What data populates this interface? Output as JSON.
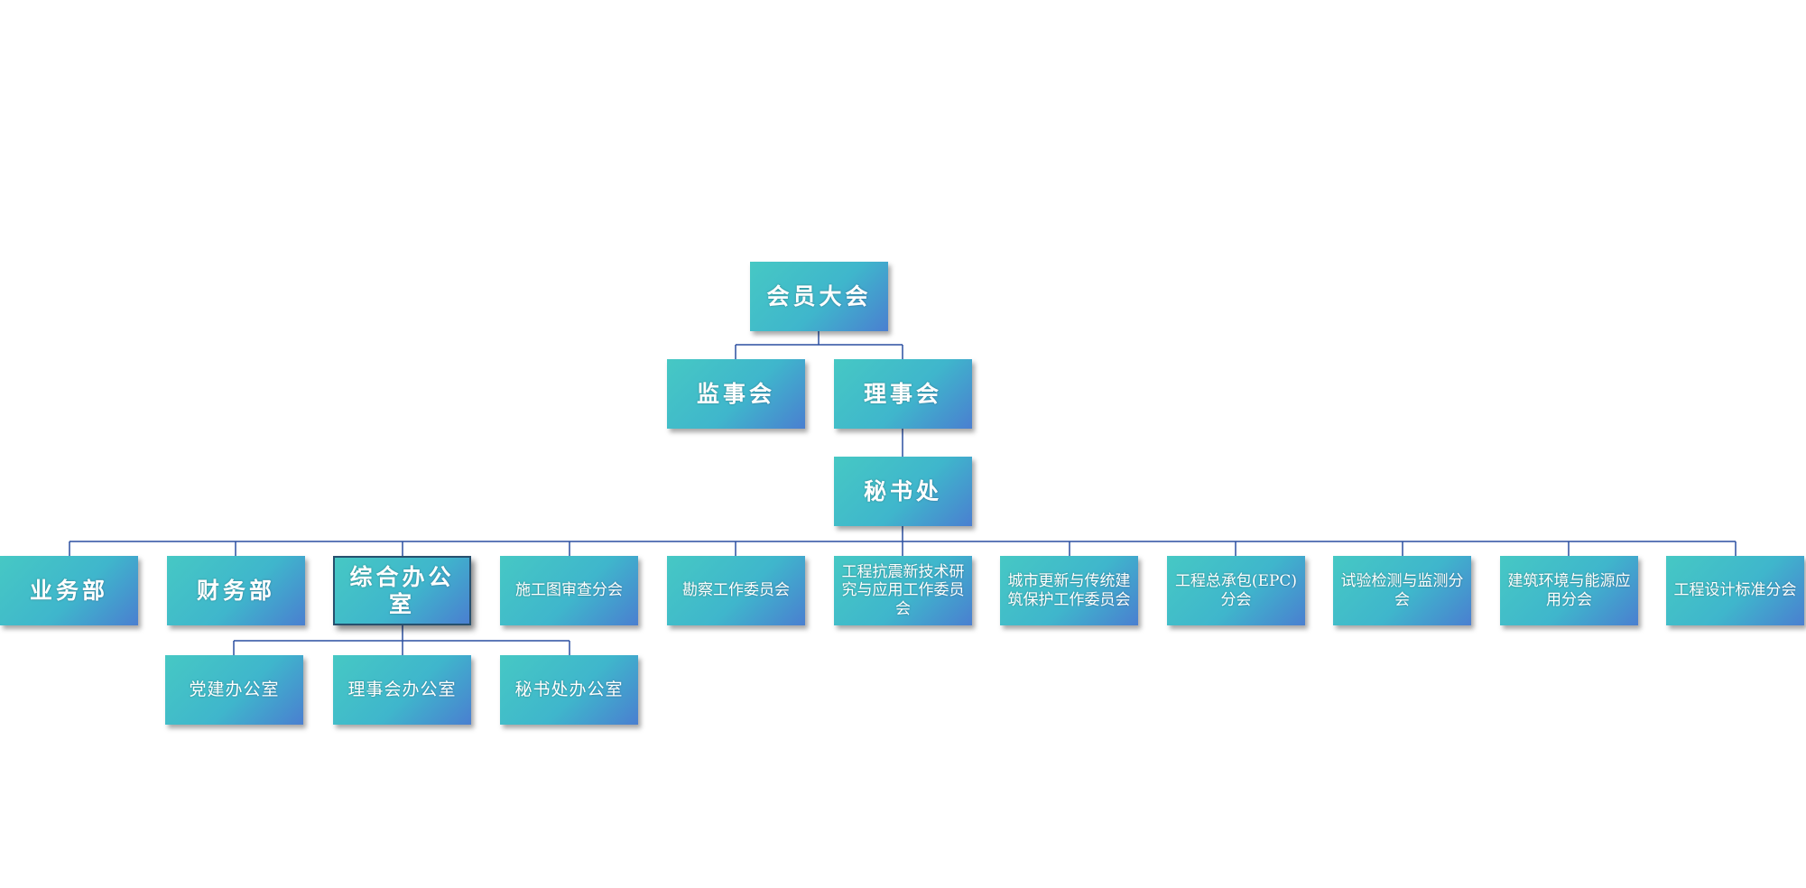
{
  "nodes": {
    "members_congress": "会员大会",
    "supervisors": "监事会",
    "council": "理事会",
    "secretariat": "秘书处",
    "business_dept": "业务部",
    "finance_dept": "财务部",
    "general_office": "综合办公室",
    "construction_review": "施工图审查分会",
    "survey_committee": "勘察工作委员会",
    "seismic_committee": "工程抗震新技术研究与应用工作委员会",
    "urban_renewal_committee": "城市更新与传统建筑保护工作委员会",
    "epc_branch": "工程总承包(EPC)分会",
    "testing_branch": "试验检测与监测分会",
    "environment_branch": "建筑环境与能源应用分会",
    "design_standard_branch": "工程设计标准分会",
    "party_office": "党建办公室",
    "council_office": "理事会办公室",
    "secretariat_office": "秘书处办公室"
  },
  "colors": {
    "line": "#2a4fa0",
    "gradient_start": "#46c8c4",
    "gradient_end": "#4a7fd0"
  }
}
